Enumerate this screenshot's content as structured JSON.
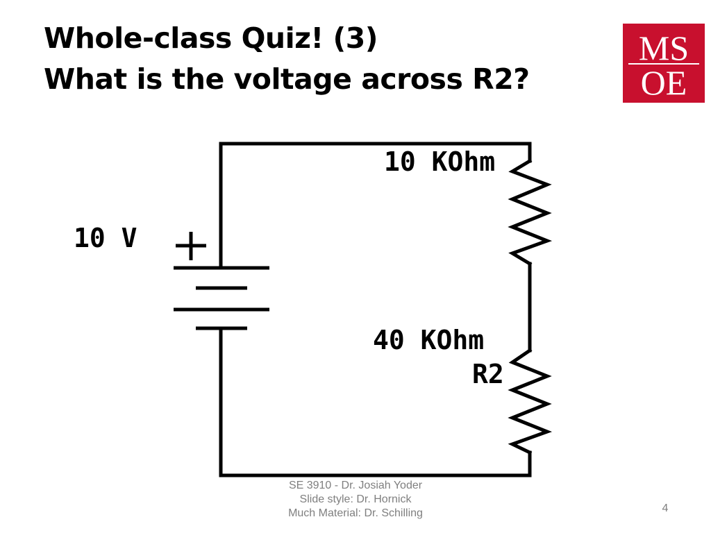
{
  "slide": {
    "title_line1": "Whole-class Quiz! (3)",
    "title_line2": "What is the voltage across R2?"
  },
  "logo": {
    "line1": "MS",
    "line2": "OE",
    "color": "#c8102e"
  },
  "circuit": {
    "source_voltage": "10 V",
    "plus_symbol": "+",
    "r1_value": "10 KOhm",
    "r2_value": "40 KOhm",
    "r2_name": "R2"
  },
  "footer": {
    "line1": "SE 3910 - Dr. Josiah Yoder",
    "line2": "Slide style: Dr. Hornick",
    "line3": "Much Material: Dr. Schilling",
    "page_number": "4"
  }
}
